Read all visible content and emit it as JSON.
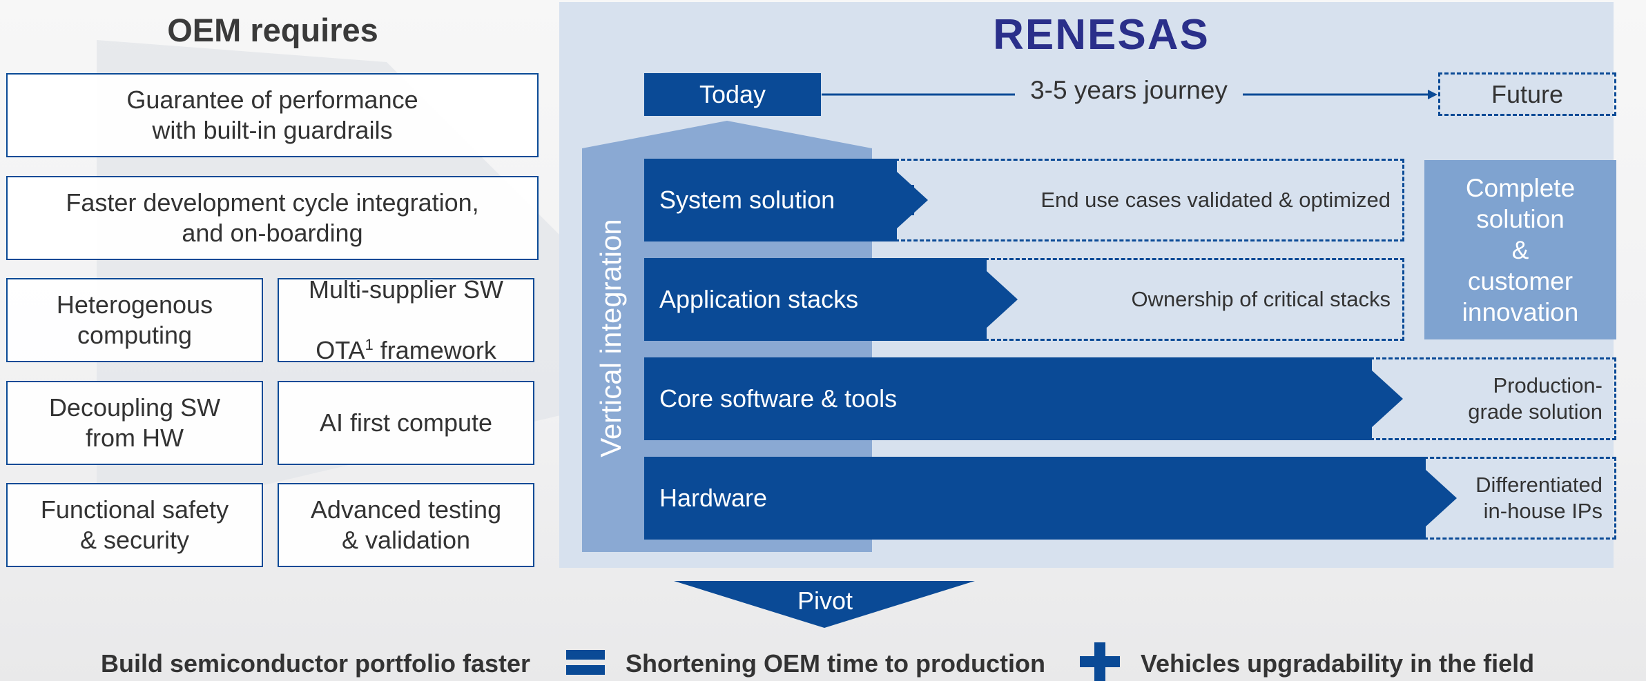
{
  "left": {
    "title": "OEM requires",
    "requirements": [
      "Guarantee of performance\nwith built-in guardrails",
      "Faster development cycle integration,\nand on-boarding",
      "Heterogenous\ncomputing",
      "Multi-supplier SW",
      "OTA",
      "1",
      " framework",
      "Decoupling SW\nfrom HW",
      "AI first compute",
      "Functional safety\n& security",
      "Advanced testing\n& validation"
    ]
  },
  "right": {
    "logo_text": "RENESAS",
    "today": "Today",
    "journey": "3-5 years journey",
    "future": "Future",
    "vertical": "Vertical integration",
    "layers": [
      {
        "label": "System solution",
        "target": "End use cases validated & optimized"
      },
      {
        "label": "Application stacks",
        "target": "Ownership of critical stacks"
      },
      {
        "label": "Core software & tools",
        "target": "Production-\ngrade solution"
      },
      {
        "label": "Hardware",
        "target": "Differentiated\nin-house IPs"
      }
    ],
    "complete": "Complete\nsolution\n&\ncustomer\ninnovation",
    "pivot": "Pivot"
  },
  "bottom": {
    "left": "Build semiconductor portfolio faster",
    "middle": "Shortening OEM time to production",
    "right": "Vehicles upgradability in the field"
  },
  "colors": {
    "primary": "#0a4a96",
    "panel": "#d7e1ee",
    "light_blue": "#7fa3d0",
    "vertical_shape": "#8aa9d3"
  }
}
